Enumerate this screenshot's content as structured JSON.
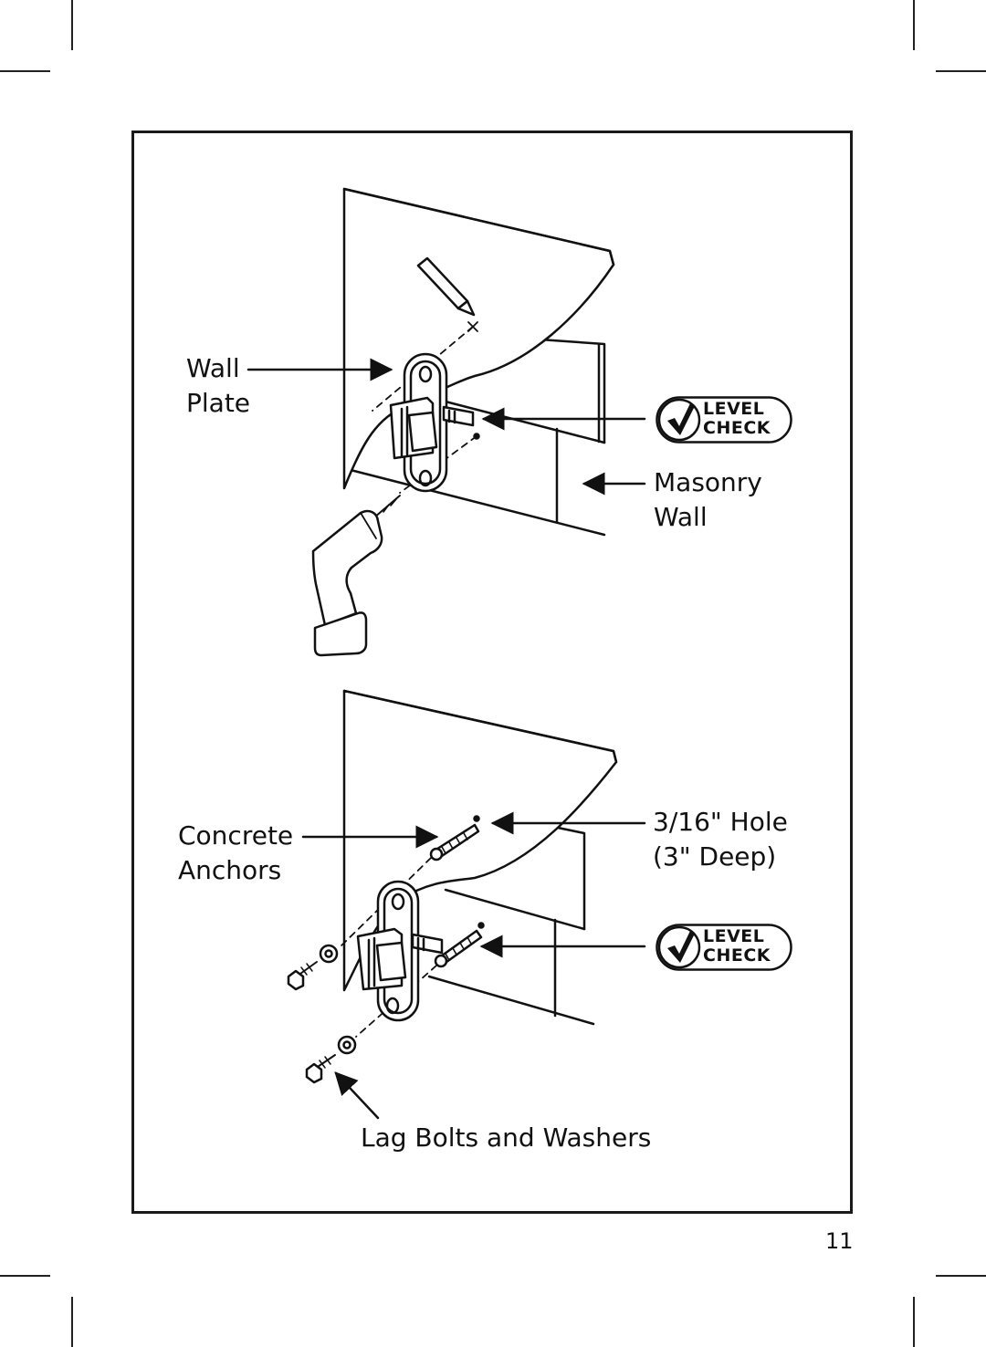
{
  "labels": {
    "wall_plate_1": "Wall",
    "wall_plate_2": "Plate",
    "masonry_1": "Masonry",
    "masonry_2": "Wall",
    "anchors_1": "Concrete",
    "anchors_2": "Anchors",
    "hole_1": "3/16\" Hole",
    "hole_2": "(3\" Deep)",
    "lag": "Lag Bolts and Washers"
  },
  "level_check": {
    "line1": "LEVEL",
    "line2": "CHECK"
  },
  "page_number": "11"
}
